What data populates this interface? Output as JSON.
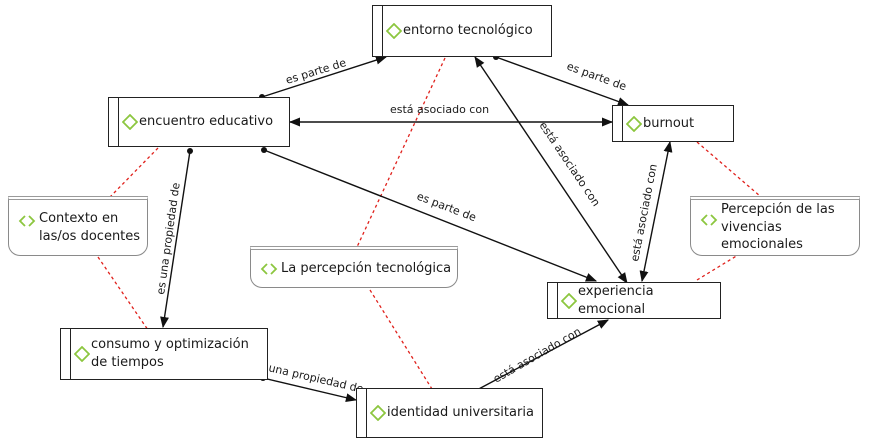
{
  "nodes": {
    "entorno_tecnologico": "entorno tecnológico",
    "encuentro_educativo": "encuentro educativo",
    "burnout": "burnout",
    "experiencia_emocional": "experiencia emocional",
    "consumo_optimizacion": "consumo y optimización de tiempos",
    "identidad_universitaria": "identidad universitaria"
  },
  "memos": {
    "contexto_docentes": "Contexto en las/os docentes",
    "percepcion_tecnologica": "La percepción tecnológica",
    "percepcion_vivencias": "Percepción de las vivencias emocionales"
  },
  "edges": {
    "es_parte_de_1": "es parte de",
    "es_parte_de_2": "es parte de",
    "es_parte_de_3": "es parte de",
    "asociado_horizontal": "está asociado con",
    "asociado_entorno_experiencia": "está asociado con",
    "asociado_burnout_experiencia": "está asociado con",
    "asociado_identidad_experiencia": "está asociado con",
    "una_propiedad_de_vertical": "es una propiedad de",
    "una_propiedad_de_horizontal": "una propiedad de"
  },
  "colors": {
    "node_border": "#222222",
    "icon_green": "#8cc63f",
    "memo_link_red": "#e0201b",
    "arrow": "#111111"
  },
  "icons": {
    "node_icon": "green-diamond-icon",
    "memo_icon": "green-double-chevron-icon"
  }
}
